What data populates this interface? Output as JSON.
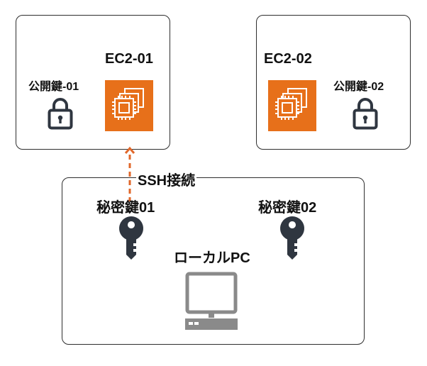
{
  "ec2_01": {
    "title": "EC2-01",
    "public_key_label": "公開鍵-01",
    "icon": "ec2-chip-icon",
    "key_icon": "lock-icon"
  },
  "ec2_02": {
    "title": "EC2-02",
    "public_key_label": "公開鍵-02",
    "icon": "ec2-chip-icon",
    "key_icon": "lock-icon"
  },
  "local_pc": {
    "title": "ローカルPC",
    "private_key_1": "秘密鍵01",
    "private_key_2": "秘密鍵02",
    "key_icon": "key-icon",
    "pc_icon": "desktop-computer-icon"
  },
  "connection": {
    "label": "SSH接続",
    "style": "dashed-arrow"
  },
  "colors": {
    "ec2_orange": "#e7701a",
    "arrow": "#e0672a",
    "icon_dark": "#2f3640",
    "pc_gray": "#8a8a8a",
    "border": "#2e2e2e"
  }
}
